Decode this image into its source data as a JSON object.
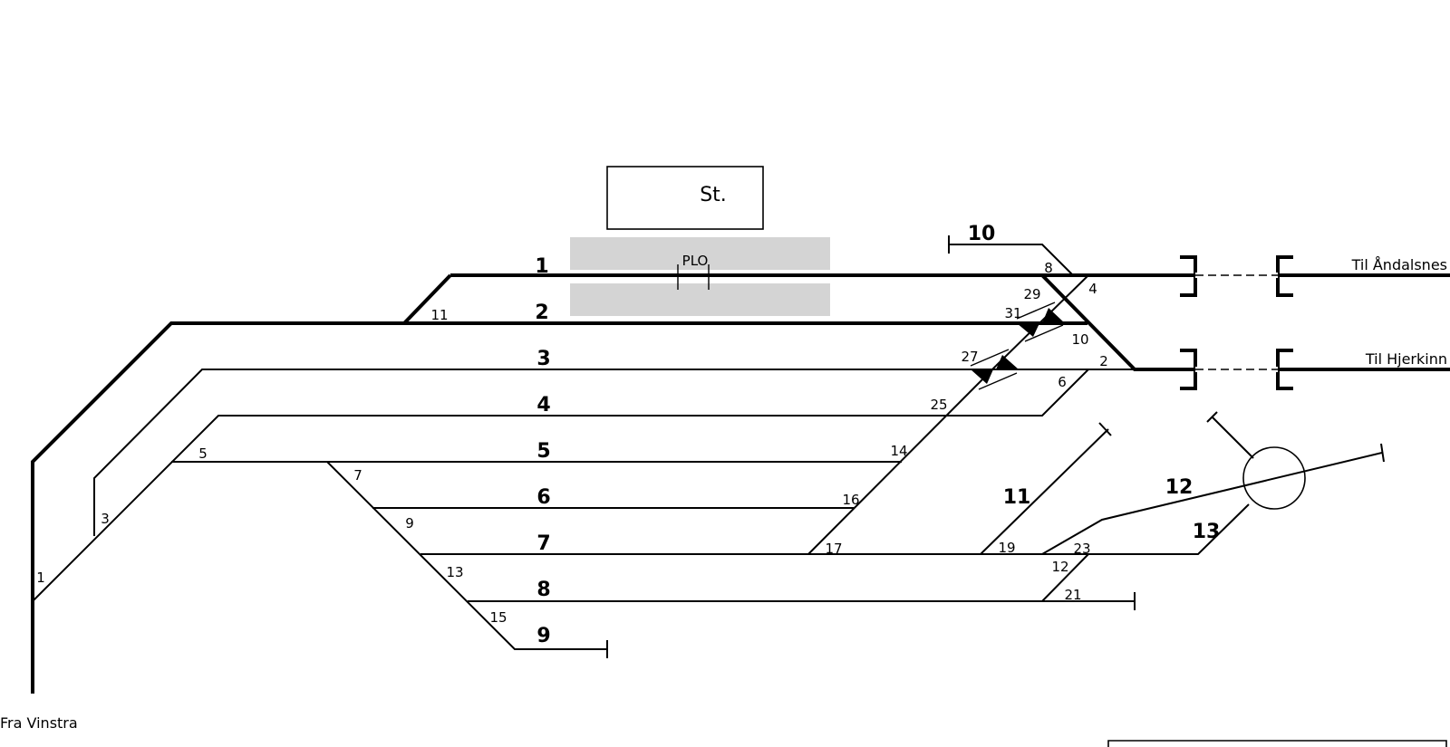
{
  "station": {
    "building_label": "St.",
    "platform_label": "PLO"
  },
  "directions": {
    "andalsnes": "Til Åndalsnes",
    "hjerkinn": "Til Hjerkinn",
    "vinstra": "Fra Vinstra"
  },
  "tracks": [
    "1",
    "2",
    "3",
    "4",
    "5",
    "6",
    "7",
    "8",
    "9",
    "10",
    "11",
    "12",
    "13"
  ],
  "switches": [
    "1",
    "3",
    "5",
    "7",
    "9",
    "11",
    "13",
    "15",
    "8",
    "4",
    "29",
    "31",
    "10",
    "27",
    "2",
    "6",
    "25",
    "14",
    "16",
    "17",
    "19",
    "23",
    "12",
    "21"
  ],
  "colors": {
    "line": "#000000",
    "platform": "#d4d4d4"
  }
}
